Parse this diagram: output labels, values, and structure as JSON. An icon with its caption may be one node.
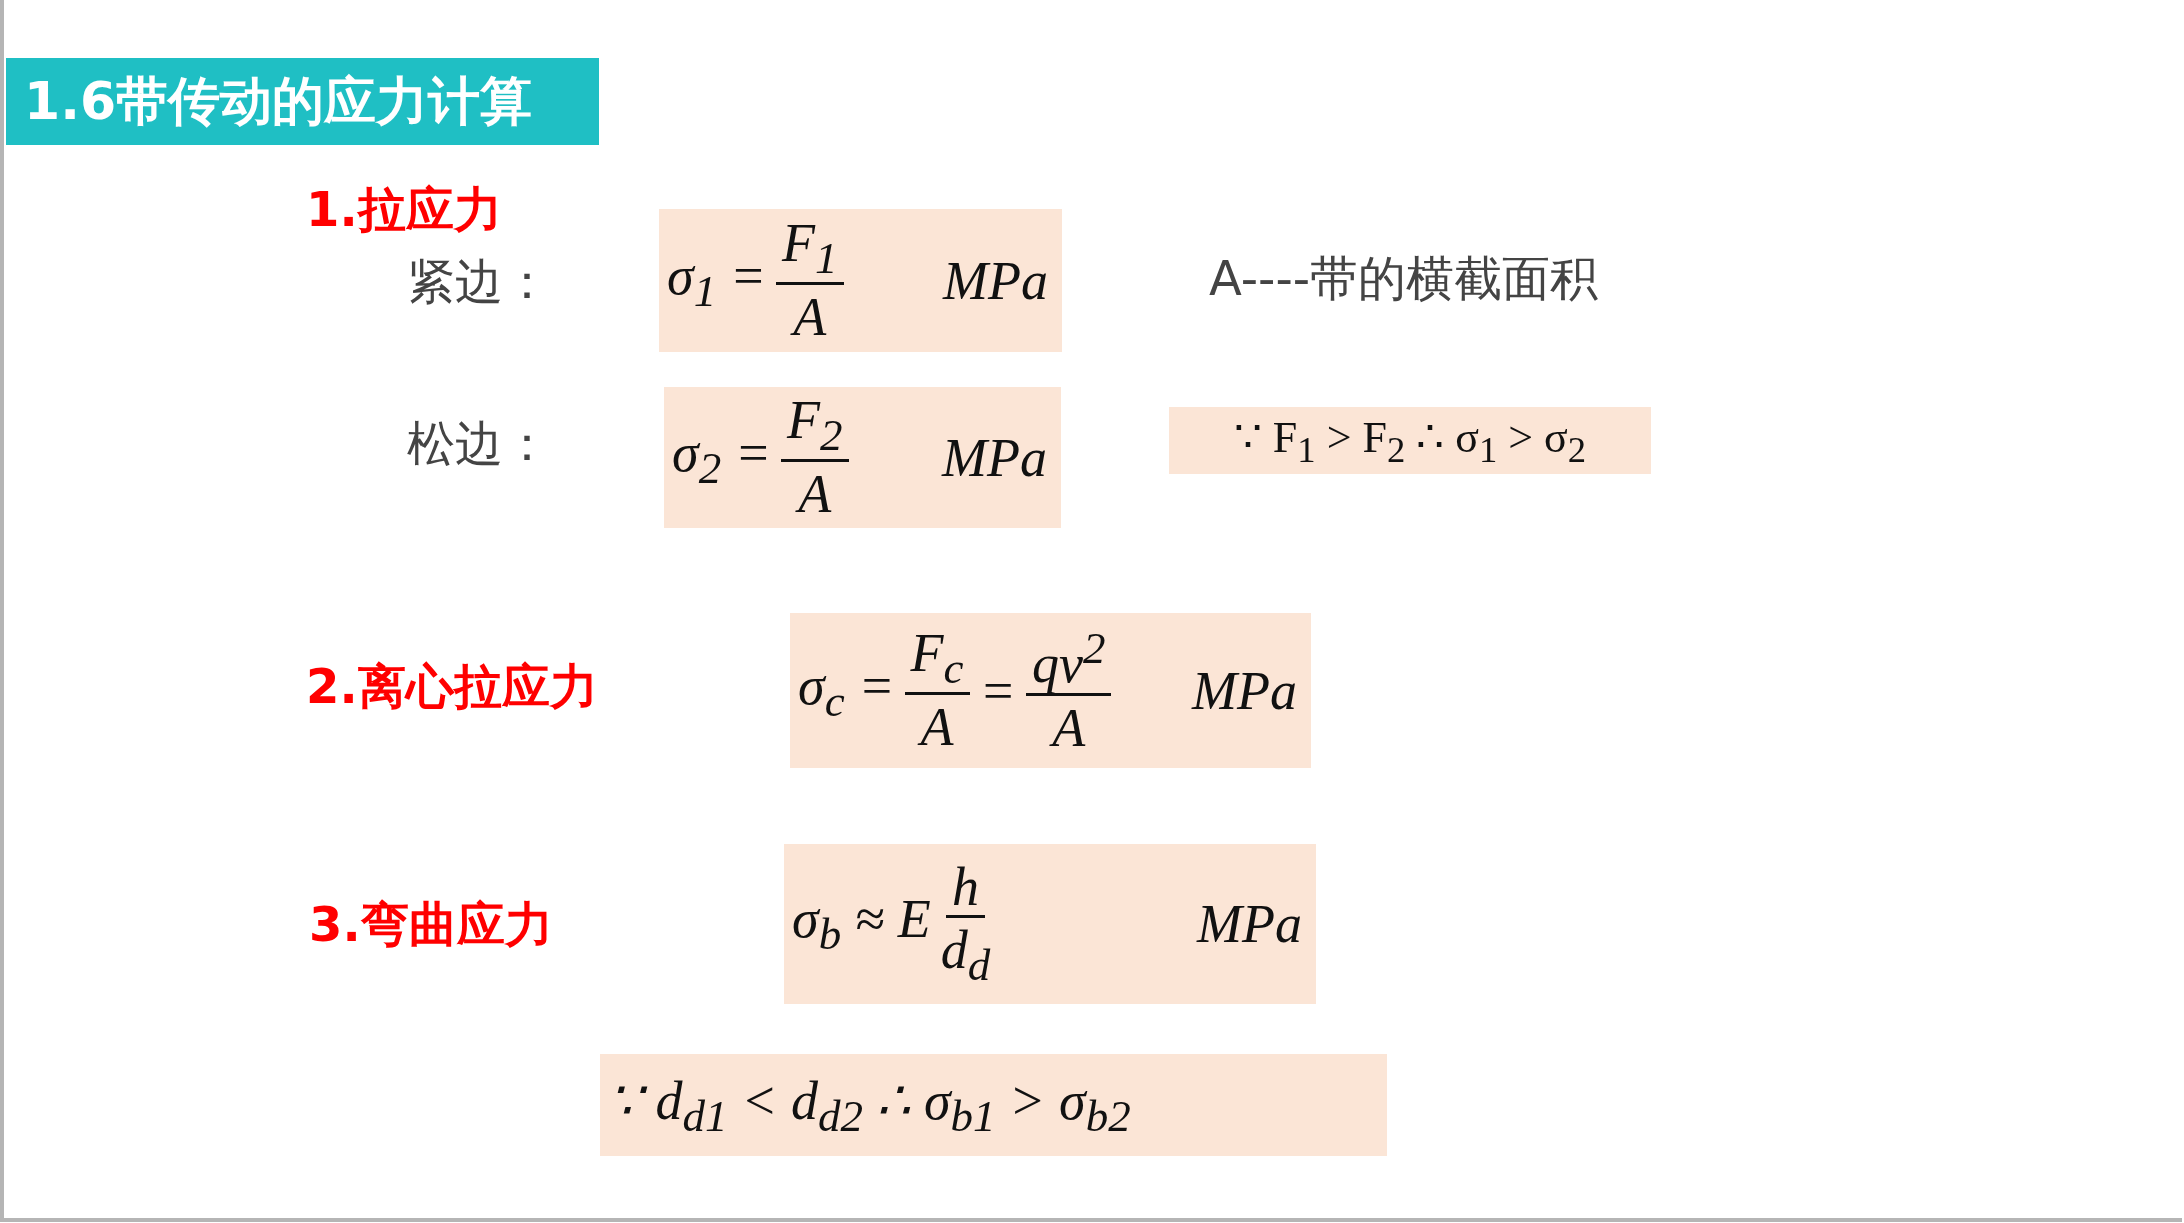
{
  "diagram": {
    "title": "1.6带传动的应力计算",
    "nodes": [
      {
        "text": [
          "σ$_{1}$ =",
          "F$_{1}$",
          "A",
          "MPa"
        ]
      },
      {
        "text": [
          "σ$_{2}$ =",
          "F$_{2}$",
          "A",
          "MPa"
        ]
      },
      {
        "text": [
          "∵ F$_{1}$ > F$_{2}$ ∴ σ$_{1}$ > σ$_{2}$"
        ]
      },
      {
        "text": [
          "σ$_{c}$ =",
          "F$_{c}$",
          "A",
          "=",
          "qv$^{2}$",
          "A",
          "MPa"
        ]
      },
      {
        "text": [
          "σ$_{b}$ ≈ E",
          "h",
          "d$_{d}$",
          "MPa"
        ]
      },
      {
        "text": [
          "∵ d$_{d1}$ < d$_{d2}$ ∴ σ$_{b1}$ > σ$_{b2}$"
        ]
      }
    ],
    "edges": [],
    "labels": [
      "1.拉应力",
      "紧边：",
      "A----带的横截面积",
      "松边：",
      "2.离心拉应力",
      "3.弯曲应力"
    ]
  }
}
